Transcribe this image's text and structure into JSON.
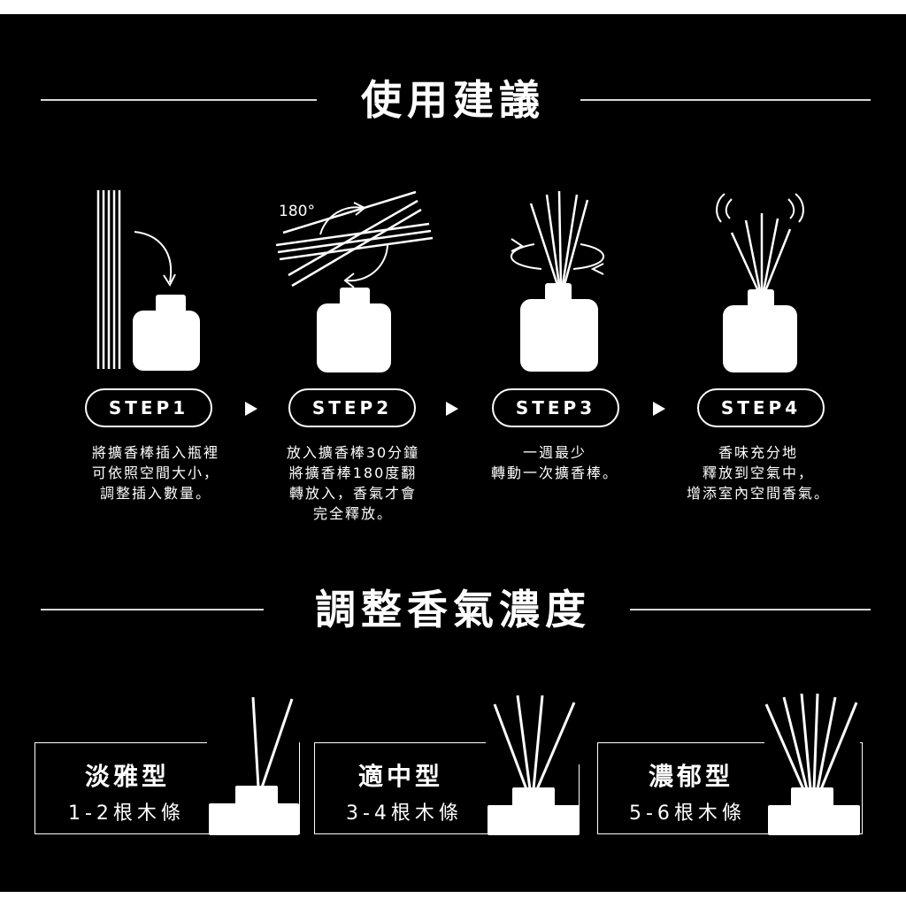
{
  "usage": {
    "title": "使用建議",
    "steps": [
      {
        "label": "STEP1",
        "desc_lines": [
          "將擴香棒插入瓶裡",
          "可依照空間大小，",
          "調整插入數量。"
        ]
      },
      {
        "label": "STEP2",
        "desc_lines": [
          "放入擴香棒30分鐘",
          "將擴香棒180度翻",
          "轉放入，香氣才會",
          "完全釋放。"
        ],
        "rotation_label": "180°"
      },
      {
        "label": "STEP3",
        "desc_lines": [
          "一週最少",
          "轉動一次擴香棒。"
        ]
      },
      {
        "label": "STEP4",
        "desc_lines": [
          "香味充分地",
          "釋放到空氣中，",
          "增添室內空間香氣。"
        ]
      }
    ]
  },
  "strength": {
    "title": "調整香氣濃度",
    "options": [
      {
        "name": "淡雅型",
        "count": "1-2根木條"
      },
      {
        "name": "適中型",
        "count": "3-4根木條"
      },
      {
        "name": "濃郁型",
        "count": "5-6根木條"
      }
    ]
  },
  "colors": {
    "background": "#000000",
    "foreground": "#ffffff",
    "rule": "#d8d8d8"
  }
}
